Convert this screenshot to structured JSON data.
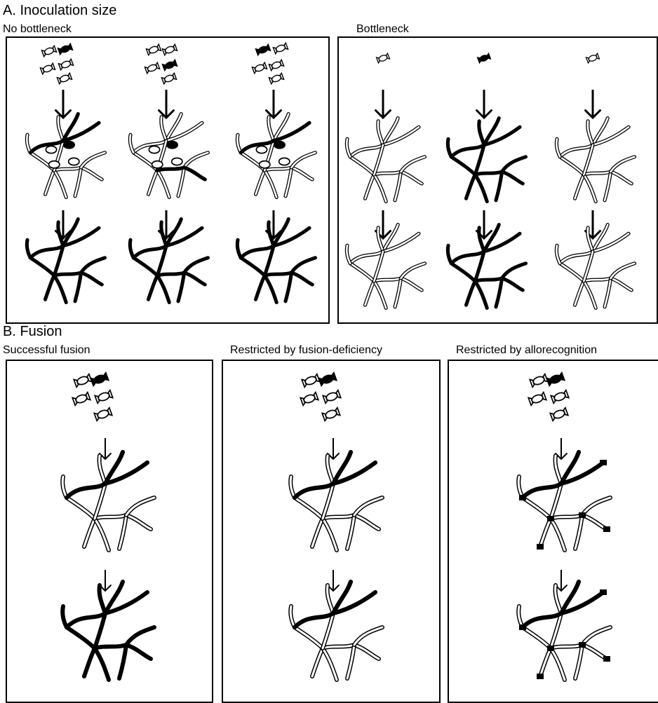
{
  "section_a": {
    "title": "A. Inoculation size",
    "left_label": "No bottleneck",
    "right_label": "Bottleneck"
  },
  "section_b": {
    "title": "B. Fusion",
    "labels": [
      "Successful fusion",
      "Restricted by fusion-deficiency",
      "Restricted by allorecognition"
    ]
  },
  "colors": {
    "line": "#000000",
    "fill_white": "#ffffff",
    "fill_black": "#000000"
  }
}
